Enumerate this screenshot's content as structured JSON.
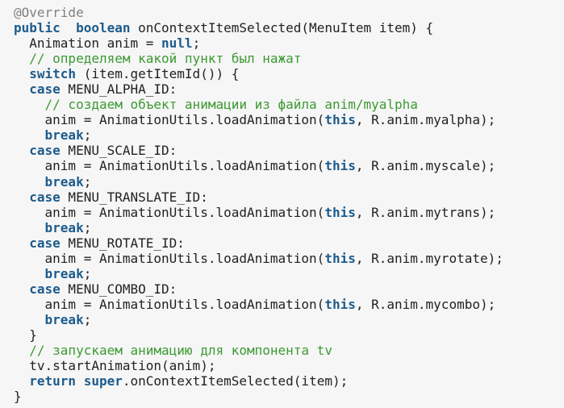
{
  "code_lines": [
    [
      [
        "an",
        "@Override"
      ]
    ],
    [
      [
        "kw",
        "public"
      ],
      [
        "",
        "  "
      ],
      [
        "kw",
        "boolean"
      ],
      [
        "",
        " onContextItemSelected(MenuItem item) {"
      ]
    ],
    [
      [
        "",
        "  Animation anim = "
      ],
      [
        "kw",
        "null"
      ],
      [
        "",
        ";"
      ]
    ],
    [
      [
        "",
        "  "
      ],
      [
        "cm",
        "// определяем какой пункт был нажат"
      ]
    ],
    [
      [
        "",
        "  "
      ],
      [
        "kw",
        "switch"
      ],
      [
        "",
        " (item.getItemId()) {"
      ]
    ],
    [
      [
        "",
        "  "
      ],
      [
        "kw",
        "case"
      ],
      [
        "",
        " MENU_ALPHA_ID:"
      ]
    ],
    [
      [
        "",
        "    "
      ],
      [
        "cm",
        "// создаем объект анимации из файла anim/myalpha"
      ]
    ],
    [
      [
        "",
        "    anim = AnimationUtils.loadAnimation("
      ],
      [
        "kw",
        "this"
      ],
      [
        "",
        ", R.anim.myalpha);"
      ]
    ],
    [
      [
        "",
        "    "
      ],
      [
        "kw",
        "break"
      ],
      [
        "",
        ";"
      ]
    ],
    [
      [
        "",
        "  "
      ],
      [
        "kw",
        "case"
      ],
      [
        "",
        " MENU_SCALE_ID:"
      ]
    ],
    [
      [
        "",
        "    anim = AnimationUtils.loadAnimation("
      ],
      [
        "kw",
        "this"
      ],
      [
        "",
        ", R.anim.myscale);"
      ]
    ],
    [
      [
        "",
        "    "
      ],
      [
        "kw",
        "break"
      ],
      [
        "",
        ";"
      ]
    ],
    [
      [
        "",
        "  "
      ],
      [
        "kw",
        "case"
      ],
      [
        "",
        " MENU_TRANSLATE_ID:"
      ]
    ],
    [
      [
        "",
        "    anim = AnimationUtils.loadAnimation("
      ],
      [
        "kw",
        "this"
      ],
      [
        "",
        ", R.anim.mytrans);"
      ]
    ],
    [
      [
        "",
        "    "
      ],
      [
        "kw",
        "break"
      ],
      [
        "",
        ";"
      ]
    ],
    [
      [
        "",
        "  "
      ],
      [
        "kw",
        "case"
      ],
      [
        "",
        " MENU_ROTATE_ID:"
      ]
    ],
    [
      [
        "",
        "    anim = AnimationUtils.loadAnimation("
      ],
      [
        "kw",
        "this"
      ],
      [
        "",
        ", R.anim.myrotate);"
      ]
    ],
    [
      [
        "",
        "    "
      ],
      [
        "kw",
        "break"
      ],
      [
        "",
        ";"
      ]
    ],
    [
      [
        "",
        "  "
      ],
      [
        "kw",
        "case"
      ],
      [
        "",
        " MENU_COMBO_ID:"
      ]
    ],
    [
      [
        "",
        "    anim = AnimationUtils.loadAnimation("
      ],
      [
        "kw",
        "this"
      ],
      [
        "",
        ", R.anim.mycombo);"
      ]
    ],
    [
      [
        "",
        "    "
      ],
      [
        "kw",
        "break"
      ],
      [
        "",
        ";"
      ]
    ],
    [
      [
        "",
        "  }"
      ]
    ],
    [
      [
        "",
        "  "
      ],
      [
        "cm",
        "// запускаем анимацию для компонента tv"
      ]
    ],
    [
      [
        "",
        "  tv.startAnimation(anim);"
      ]
    ],
    [
      [
        "",
        "  "
      ],
      [
        "kw",
        "return"
      ],
      [
        "",
        " "
      ],
      [
        "kw",
        "super"
      ],
      [
        "",
        ".onContextItemSelected(item);"
      ]
    ],
    [
      [
        "",
        "}"
      ]
    ]
  ],
  "colors": {
    "keyword": "#1d5b8c",
    "comment": "#3c9a32",
    "annotation": "#808080",
    "background": "#f6f6f6"
  }
}
